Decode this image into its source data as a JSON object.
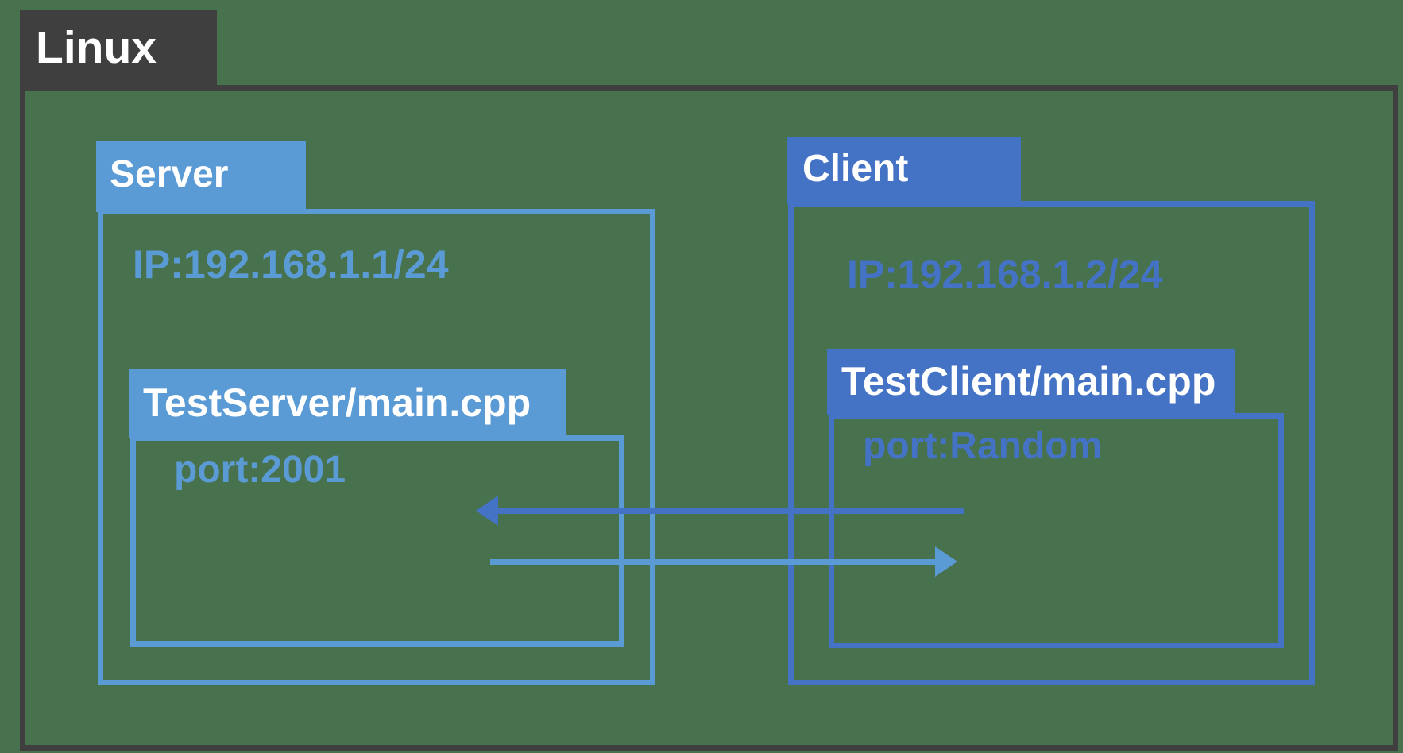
{
  "diagram": {
    "os": {
      "label": "Linux"
    },
    "server": {
      "label": "Server",
      "ip": "IP:192.168.1.1/24",
      "file": "TestServer/main.cpp",
      "port": "port:2001"
    },
    "client": {
      "label": "Client",
      "ip": "IP:192.168.1.2/24",
      "file": "TestClient/main.cpp",
      "port": "port:Random"
    },
    "arrows": [
      {
        "direction": "left",
        "from": "TestClient/main.cpp",
        "to": "TestServer/main.cpp",
        "color": "#4472C4"
      },
      {
        "direction": "right",
        "from": "TestServer/main.cpp",
        "to": "TestClient/main.cpp",
        "color": "#5B9BD5"
      }
    ]
  },
  "colors": {
    "background": "#48724E",
    "linux_gray": "#3F3F3F",
    "server_light_blue": "#5B9BD5",
    "client_dark_blue": "#4472C4",
    "text_white": "#FFFFFF"
  }
}
